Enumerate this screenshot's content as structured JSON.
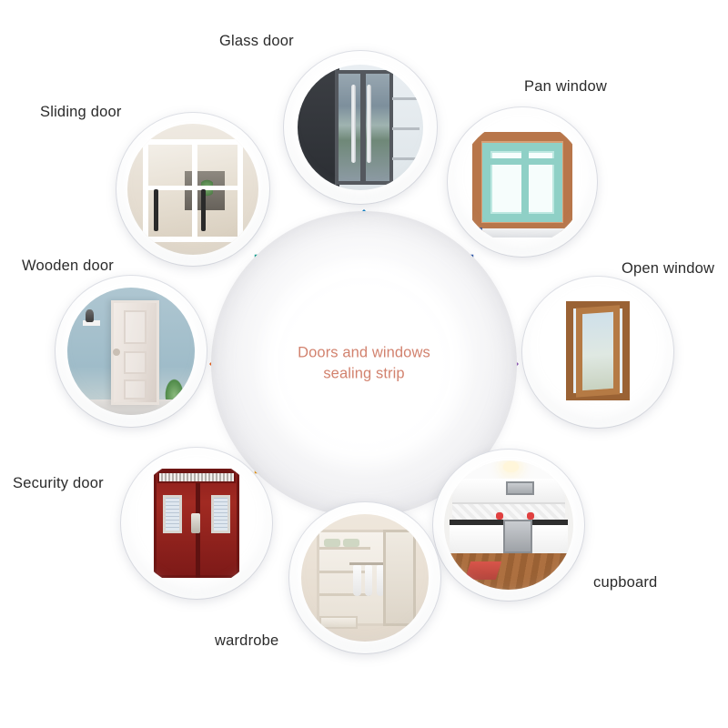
{
  "diagram": {
    "title": "Doors and windows sealing strip application diagram",
    "center_label": "Doors and windows\nsealing strip",
    "center_text_color": "#d2826e",
    "background_color": "#ffffff",
    "items": [
      {
        "id": "glass-door",
        "label": "Glass door",
        "arrow_direction": "up",
        "arrow_color": "#0f8fd0",
        "photo_alt": "Dark framed glass entry doors with tall vertical handles"
      },
      {
        "id": "pan-window",
        "label": "Pan window",
        "arrow_direction": "up-right",
        "arrow_color": "#3b67b8",
        "photo_alt": "Wood framed window with mint green sash"
      },
      {
        "id": "open-window",
        "label": "Open window",
        "arrow_direction": "right",
        "arrow_color": "#a061c0",
        "photo_alt": "Wooden casement window opened outward"
      },
      {
        "id": "cupboard",
        "label": "cupboard",
        "arrow_direction": "down-right",
        "arrow_color": "#e0399a",
        "photo_alt": "White kitchen cabinets with wood floor and stainless range"
      },
      {
        "id": "wardrobe",
        "label": "wardrobe",
        "arrow_direction": "down",
        "arrow_color": "#e43a3a",
        "photo_alt": "Sliding door wardrobe closet with shelves and hanging clothes"
      },
      {
        "id": "security-door",
        "label": "Security door",
        "arrow_direction": "down-left",
        "arrow_color": "#eca21a",
        "photo_alt": "Red double security steel door with grille transom"
      },
      {
        "id": "wooden-door",
        "label": "Wooden door",
        "arrow_direction": "left",
        "arrow_color": "#e8641a",
        "photo_alt": "White panelled wooden interior door on blue wall"
      },
      {
        "id": "sliding-door",
        "label": "Sliding door",
        "arrow_direction": "up-left",
        "arrow_color": "#16a79a",
        "photo_alt": "White framed sliding glass doors to a living room"
      }
    ]
  }
}
